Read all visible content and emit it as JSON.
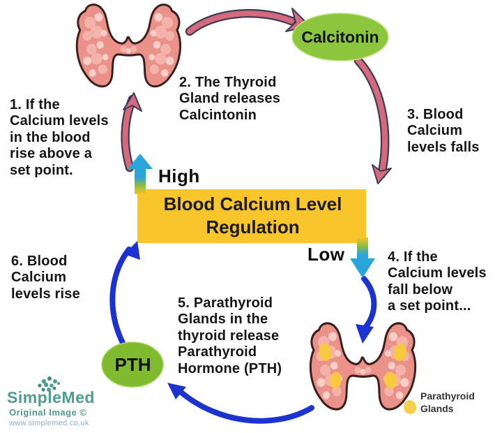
{
  "diagram": {
    "box": {
      "title": "Blood Calcium Level\nRegulation",
      "high_label": "High",
      "low_label": "Low"
    },
    "nodes": {
      "calcitonin_label": "Calcitonin",
      "pth_label": "PTH"
    },
    "steps": [
      "1. If the\nCalcium levels\nin the blood\nrise above a\nset point.",
      "2. The Thyroid\nGland releases\nCalcintonin",
      "3. Blood\nCalcium\nlevels falls",
      "4. If the\nCalcium levels\nfall below\na set point...",
      "5. Parathyroid\nGlands in the\nthyroid release\nParathyroid\nHormone (PTH)",
      "6. Blood\nCalcium\nlevels rise"
    ],
    "legend": {
      "parathyroid_label": "Parathyroid\nGlands"
    },
    "branding": {
      "name": "SimpleMed",
      "tagline": "Original Image ©",
      "url": "www.simplemed.co.uk"
    },
    "colors": {
      "box_yellow": "#f8c62a",
      "node_green": "#8cc63d",
      "pth_green": "#7fba2f",
      "pink_arrow": "#d5697e",
      "blue_arrow": "#1c33cf",
      "cyan_arrow": "#29a5dc",
      "thyroid_pink": "#ea9189",
      "parathyroid_yellow": "#f6cf4d",
      "brand_teal": "#4e9e8e"
    }
  }
}
